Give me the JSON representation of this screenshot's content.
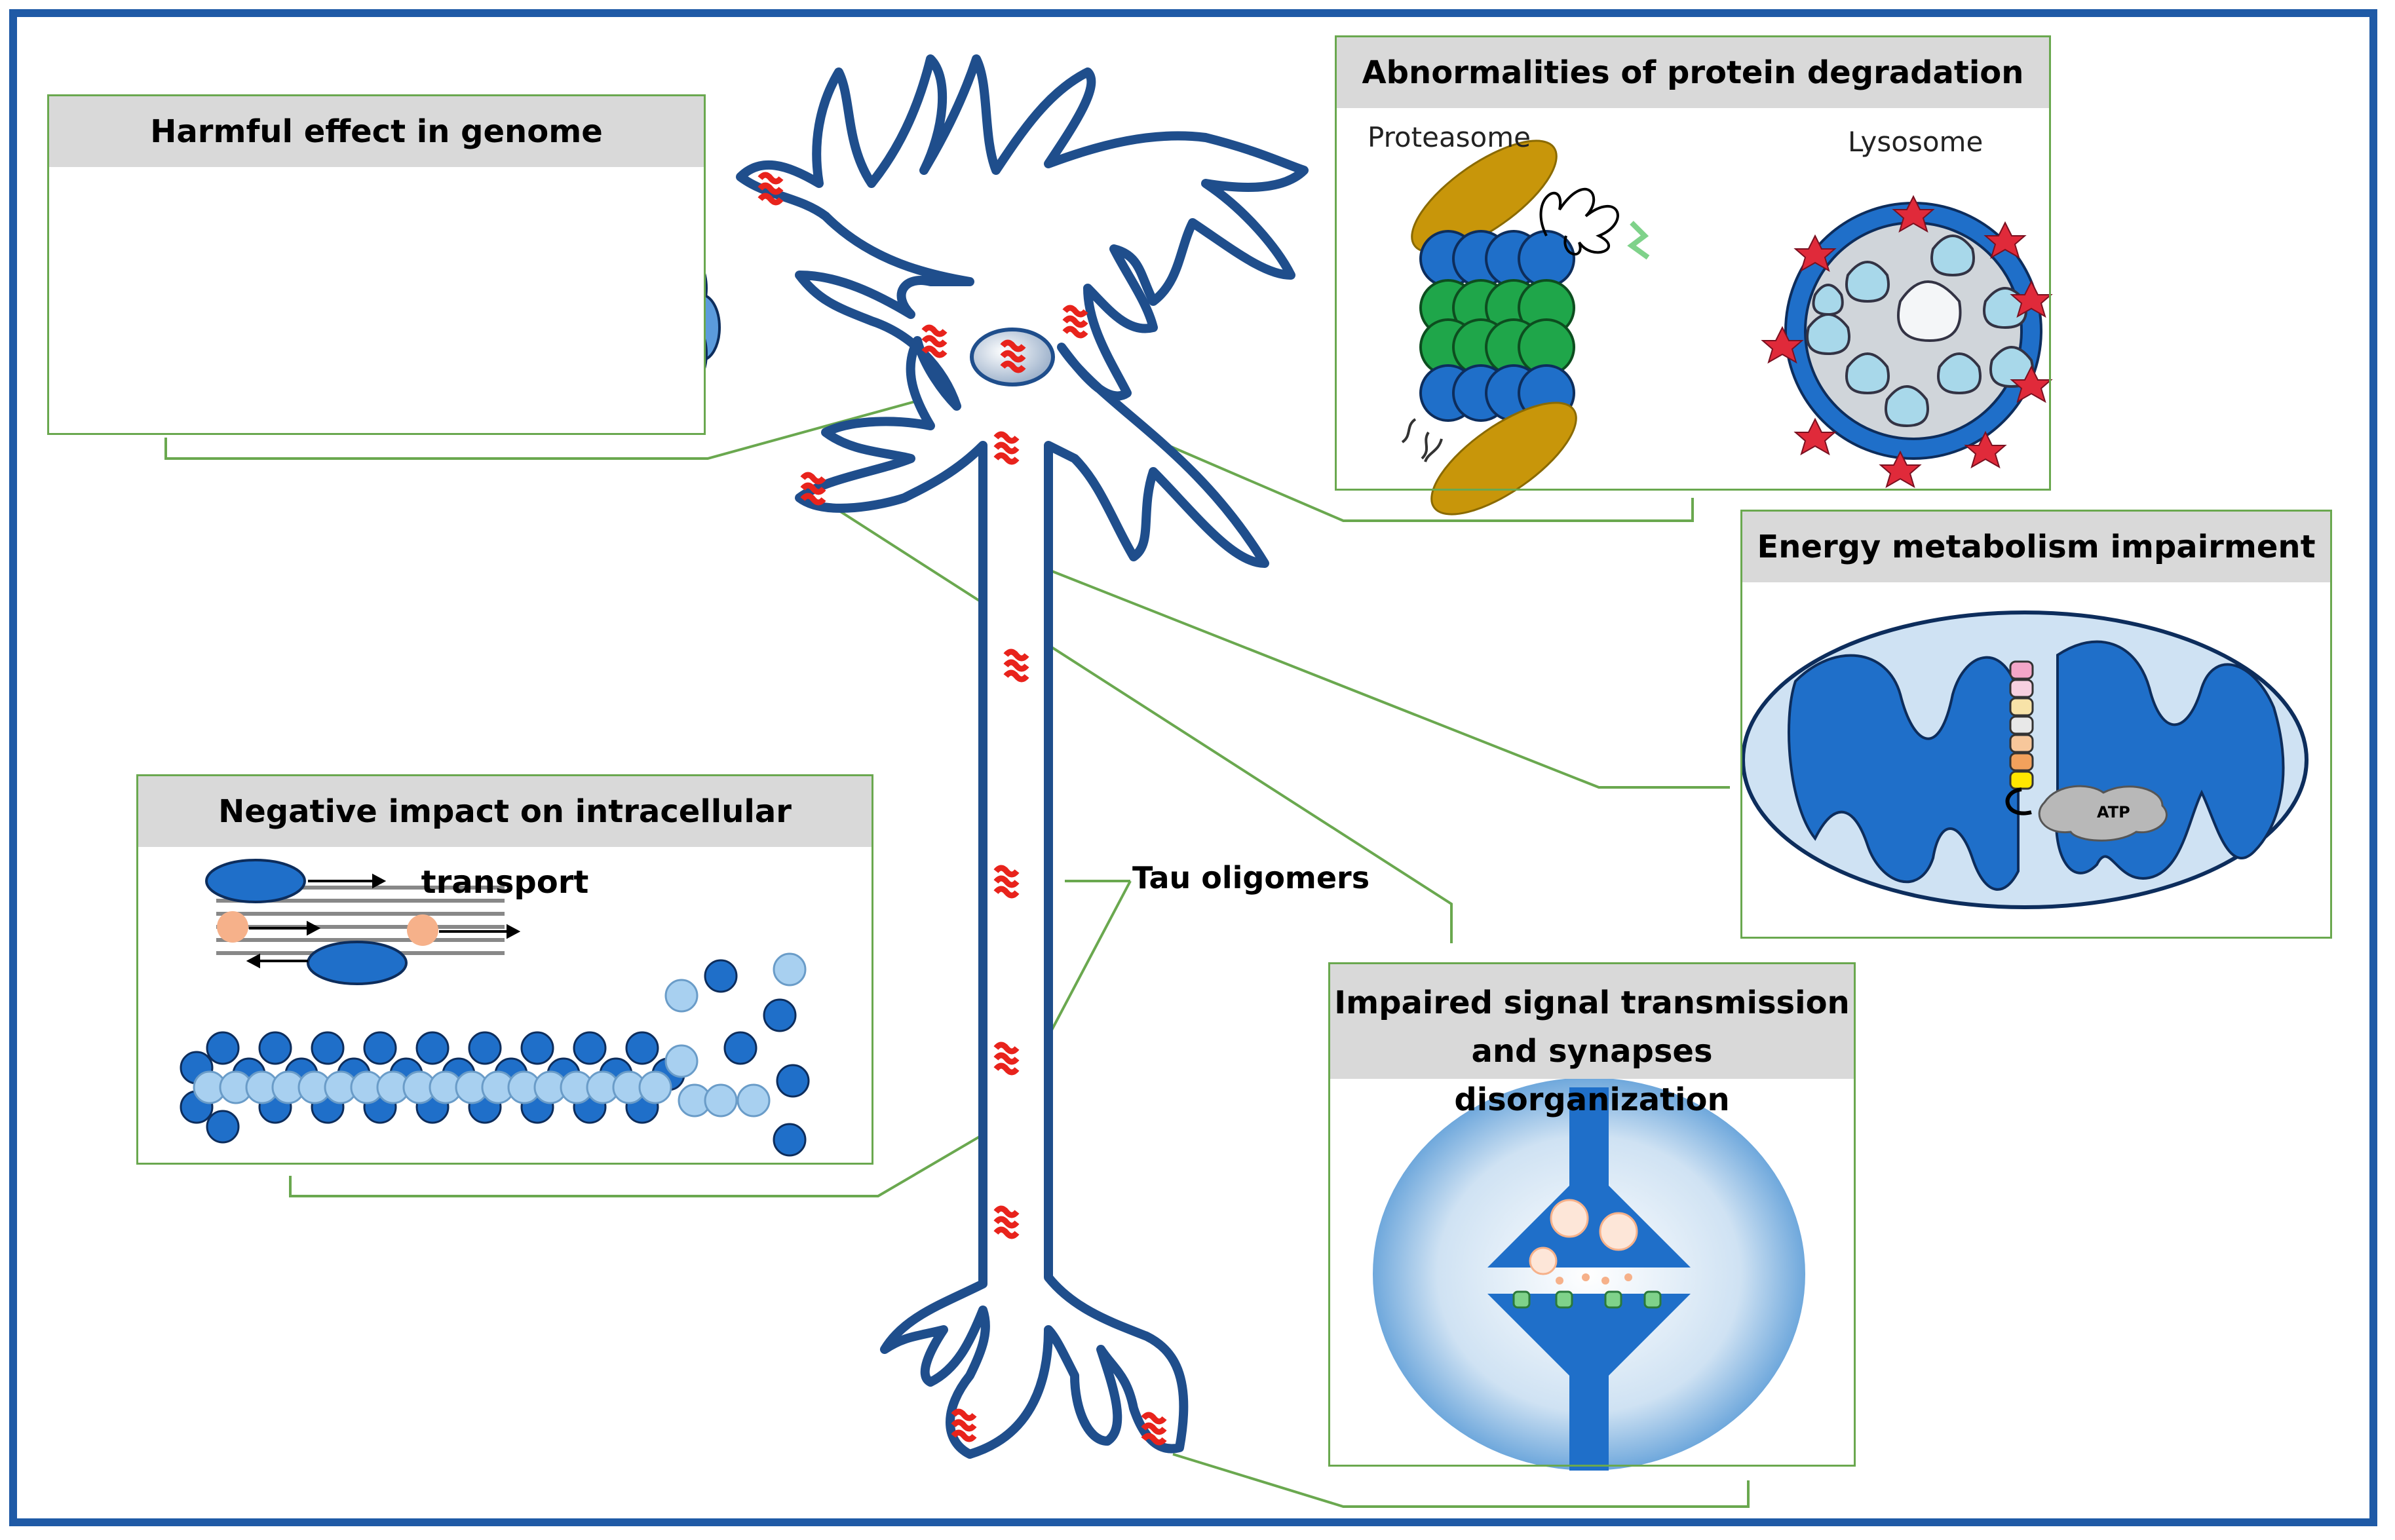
{
  "panels": {
    "genome": {
      "title": "Harmful effect in genome"
    },
    "degradation": {
      "title": "Abnormalities of protein degradation",
      "label_left": "Proteasome",
      "label_right": "Lysosome"
    },
    "energy": {
      "title": "Energy metabolism impairment",
      "atp": "ATP"
    },
    "transport": {
      "title": "Negative impact on intracellular transport"
    },
    "signal": {
      "title_line1": "Impaired signal transmission",
      "title_line2": "and synapses disorganization"
    }
  },
  "callout": {
    "tau": "Tau oligomers"
  },
  "colors": {
    "frame": "#1f5aa6",
    "panel_border": "#6aa84f",
    "header_bg": "#d9d9d9",
    "neuron_outline": "#1f4e8c",
    "tau_red": "#e8231c",
    "dna_blue": "#1f6fc9",
    "proteasome_green": "#1fa64a",
    "cap_gold": "#c8960a"
  }
}
